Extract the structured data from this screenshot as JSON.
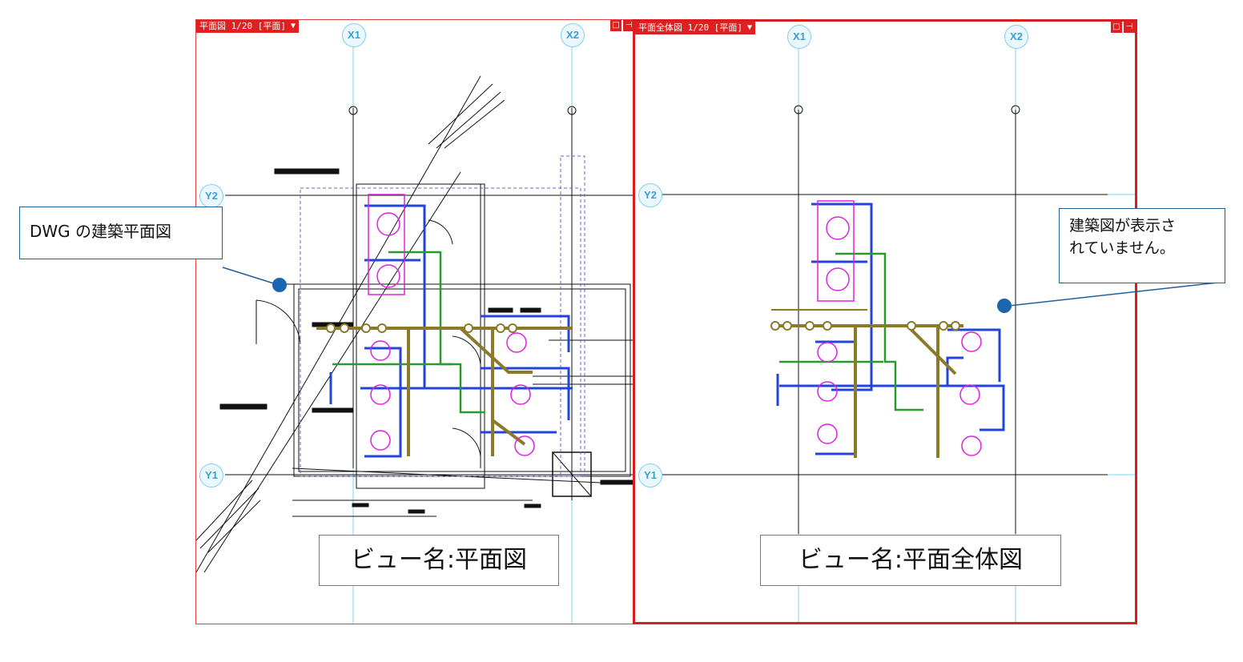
{
  "views": {
    "left": {
      "tab_title": "平面図 1/20 [平面]",
      "dropdown_icon": "triangle-down",
      "label": "ビュー名:平面図"
    },
    "right": {
      "tab_title": "平面全体図 1/20 [平面]",
      "dropdown_icon": "triangle-down",
      "label": "ビュー名:平面全体図"
    }
  },
  "grid": {
    "x1": "X1",
    "x2": "X2",
    "y1": "Y1",
    "y2": "Y2"
  },
  "callouts": {
    "dwg": "DWG の建築平面図",
    "hidden_line1": "建築図が表示さ",
    "hidden_line2": "れていません。"
  },
  "colors": {
    "tab_red": "#e02020",
    "frame_red": "#d81e1e",
    "grid_cyan": "#7fd0f0",
    "callout_blue": "#1f5f9a",
    "pipe_blue": "#2244dd",
    "pipe_green": "#2a9a2a",
    "pipe_olive": "#8a7a2a",
    "fixture_magenta": "#e020e0"
  }
}
